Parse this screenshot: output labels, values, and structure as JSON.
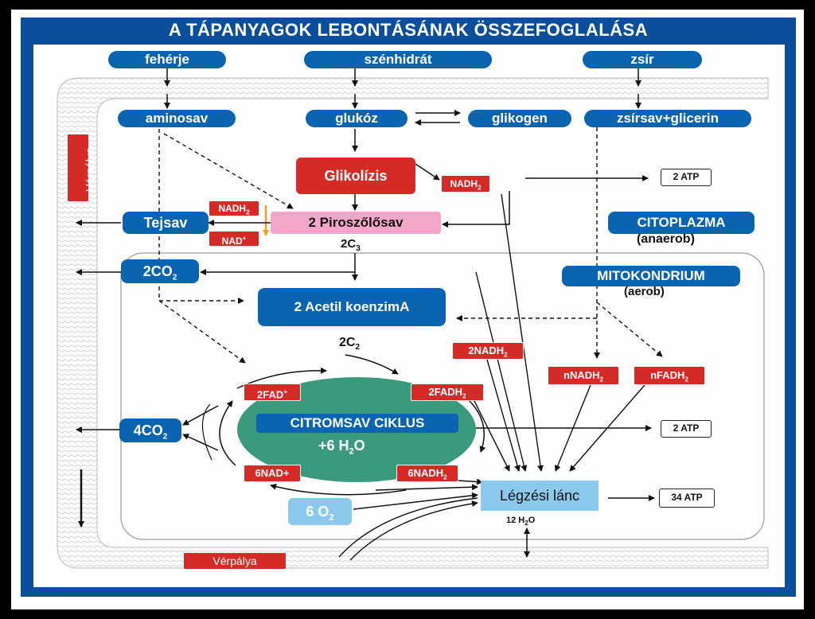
{
  "title": "A TÁPANYAGOK LEBONTÁSÁNAK ÖSSZEFOGLALÁSA",
  "nutrients": {
    "protein": "fehérje",
    "carb": "szénhidrát",
    "fat": "zsír"
  },
  "monomers": {
    "amino": "aminosav",
    "glucose": "glukóz",
    "glycogen": "glikogen",
    "fattyacid": "zsírsav+glicerin"
  },
  "blood_vessel": "Vérpálya",
  "glycolysis": "Glikolízis",
  "nadh2": "NADH",
  "nad_plus": "NAD",
  "sub2": "2",
  "sup_plus": "+",
  "lactic": "Tejsav",
  "pyruvate": "2 Piroszőlősav",
  "c3": {
    "base": "2C",
    "sub": "3"
  },
  "c2": {
    "base": "2C",
    "sub": "2"
  },
  "co2_2": {
    "base": "2CO",
    "sub": "2"
  },
  "co2_4": {
    "base": "4CO",
    "sub": "2"
  },
  "acetyl": "2 Acetil koenzimA",
  "nadh2_2": "2NADH",
  "n_nadh2": "nNADH",
  "n_fadh2": "nFADH",
  "fad2": "2FAD",
  "fadh2_2": "2FADH",
  "nad6": "6NAD+",
  "nadh2_6": "6NADH",
  "citric": "CITROMSAV CIKLUS",
  "water6": {
    "base": "+6 H",
    "sub": "2",
    "tail": "O"
  },
  "o2_6": {
    "base": "6 O",
    "sub": "2"
  },
  "resp_chain": "Légzési lánc",
  "water12": {
    "base": "12 H",
    "sub": "2",
    "tail": "O"
  },
  "atp_2": "2 ATP",
  "atp_34": "34 ATP",
  "cytoplasm": "CITOPLAZMA",
  "anaerob": "(anaerob)",
  "mito": "MITOKONDRIUM",
  "aerob": "(aerob)",
  "colors": {
    "blue": "#0b64b0",
    "red": "#d42b27",
    "pink": "#f4a6c8",
    "green": "#3c9a7c",
    "lightblue": "#8ac8ec",
    "orange": "#f0a020"
  }
}
